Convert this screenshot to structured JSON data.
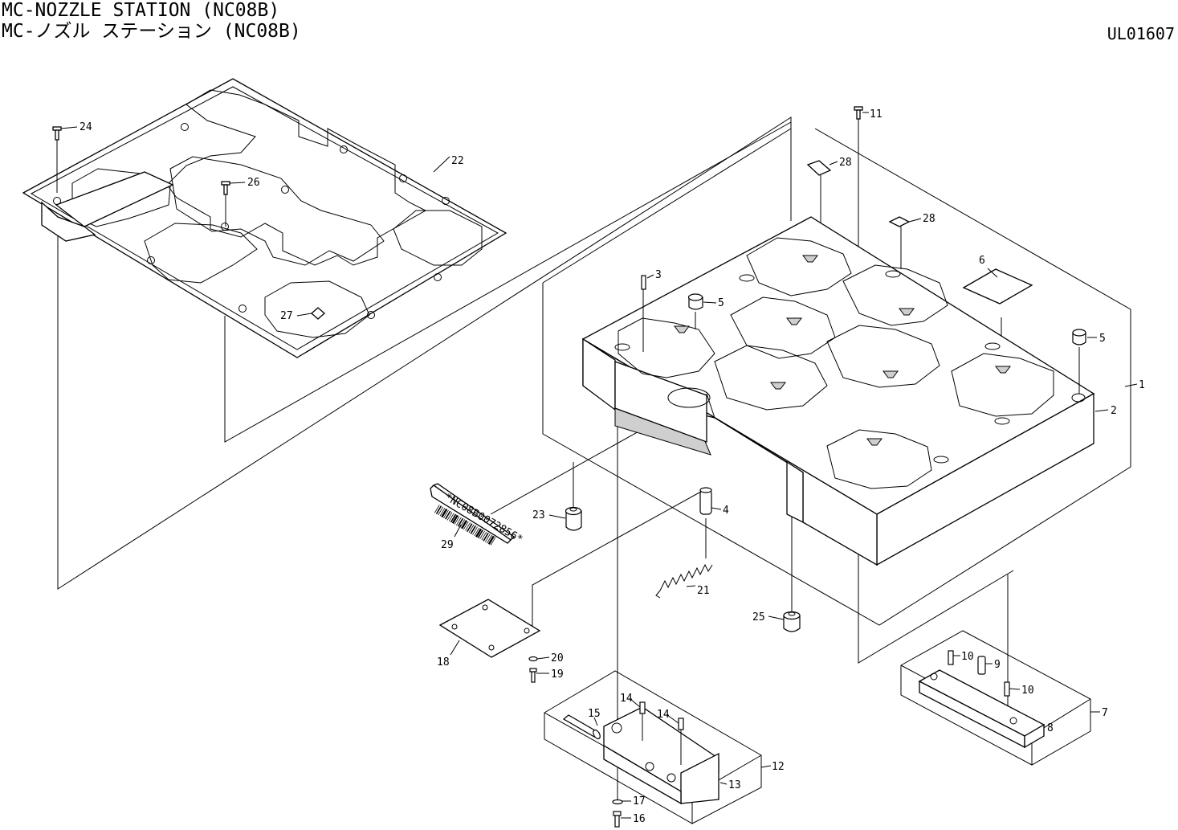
{
  "header": {
    "title_en": "MC-NOZZLE STATION (NC08B)",
    "title_ja": "MC-ノズル ステーション (NC08B)",
    "drawing_code": "UL01607"
  },
  "callouts": [
    {
      "id": "c1",
      "label": "1"
    },
    {
      "id": "c2",
      "label": "2"
    },
    {
      "id": "c3",
      "label": "3"
    },
    {
      "id": "c4",
      "label": "4"
    },
    {
      "id": "c5a",
      "label": "5"
    },
    {
      "id": "c5b",
      "label": "5"
    },
    {
      "id": "c6",
      "label": "6"
    },
    {
      "id": "c7",
      "label": "7"
    },
    {
      "id": "c8",
      "label": "8"
    },
    {
      "id": "c9",
      "label": "9"
    },
    {
      "id": "c10a",
      "label": "10"
    },
    {
      "id": "c10b",
      "label": "10"
    },
    {
      "id": "c11",
      "label": "11"
    },
    {
      "id": "c12",
      "label": "12"
    },
    {
      "id": "c13",
      "label": "13"
    },
    {
      "id": "c14a",
      "label": "14"
    },
    {
      "id": "c14b",
      "label": "14"
    },
    {
      "id": "c15",
      "label": "15"
    },
    {
      "id": "c16",
      "label": "16"
    },
    {
      "id": "c17",
      "label": "17"
    },
    {
      "id": "c18",
      "label": "18"
    },
    {
      "id": "c19",
      "label": "19"
    },
    {
      "id": "c20",
      "label": "20"
    },
    {
      "id": "c21",
      "label": "21"
    },
    {
      "id": "c22",
      "label": "22"
    },
    {
      "id": "c23",
      "label": "23"
    },
    {
      "id": "c24",
      "label": "24"
    },
    {
      "id": "c25",
      "label": "25"
    },
    {
      "id": "c26",
      "label": "26"
    },
    {
      "id": "c27",
      "label": "27"
    },
    {
      "id": "c28a",
      "label": "28"
    },
    {
      "id": "c28b",
      "label": "28"
    },
    {
      "id": "c29",
      "label": "29"
    }
  ],
  "barcode_label": {
    "text": "*NC08B0072856*"
  }
}
